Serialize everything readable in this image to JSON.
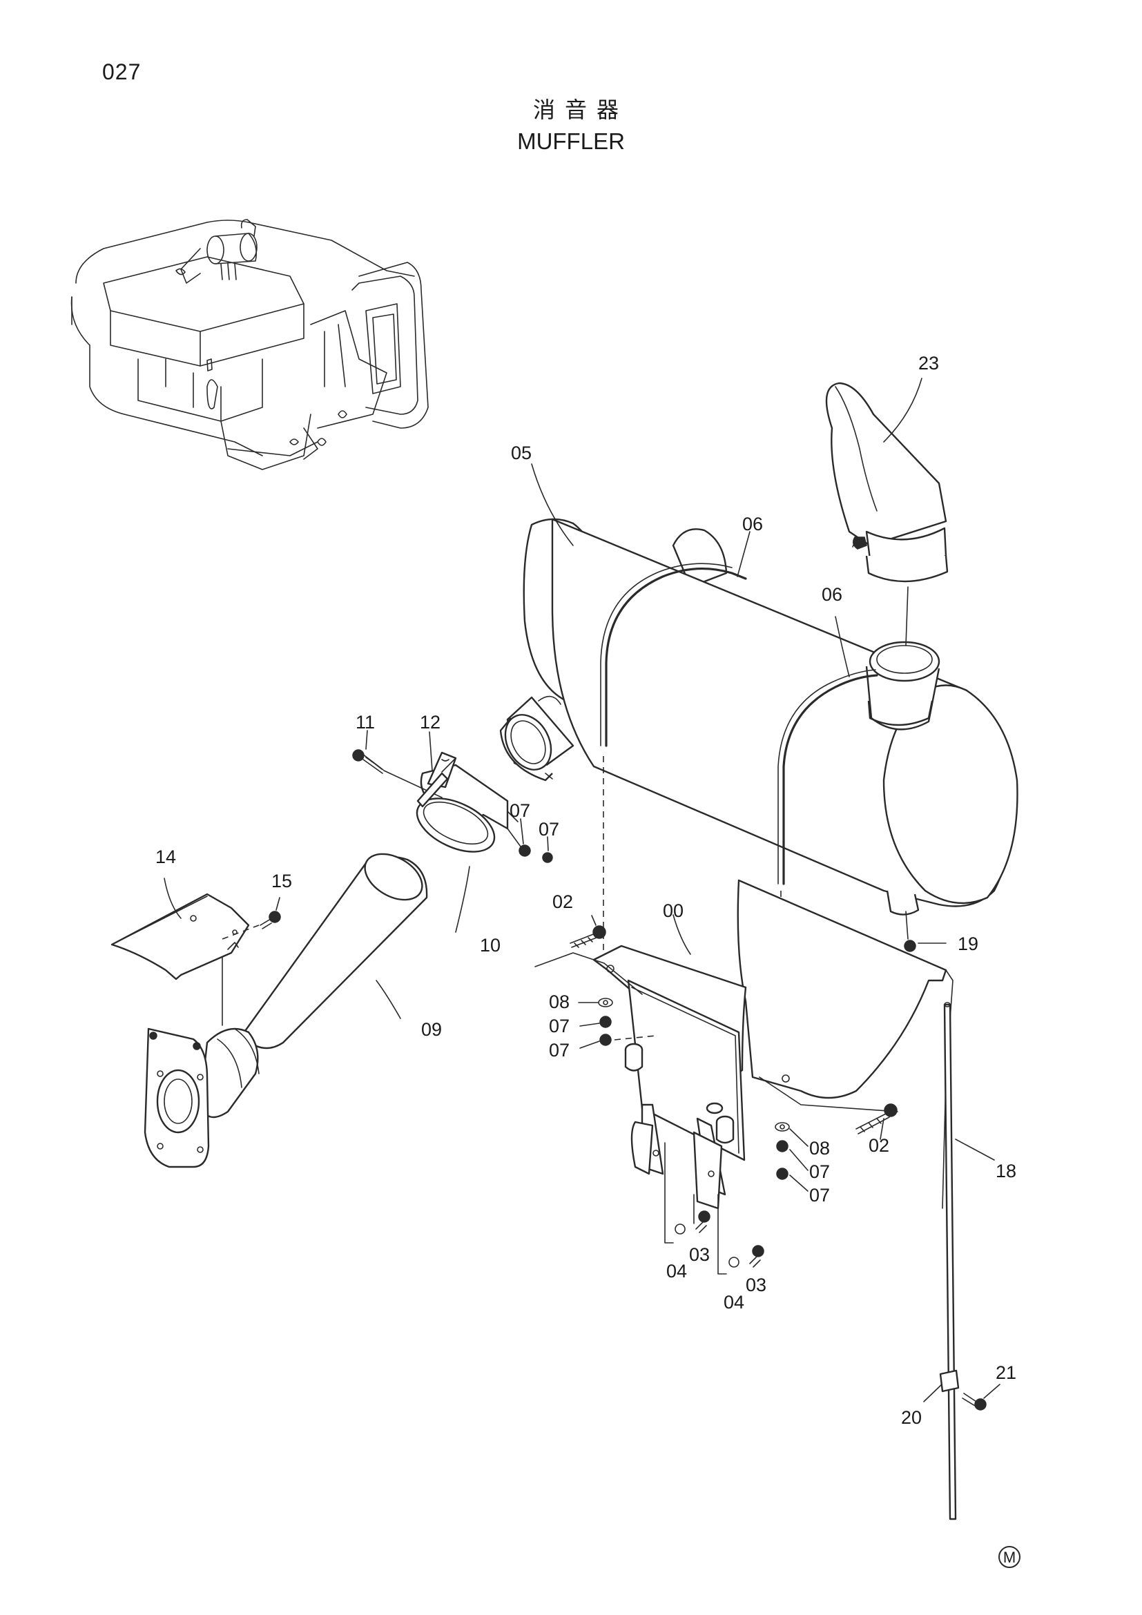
{
  "page_number": "027",
  "title_jp": "消音器",
  "title_en": "MUFFLER",
  "corner_mark": "M",
  "callouts": {
    "c00": "00",
    "c02a": "02",
    "c02b": "02",
    "c03a": "03",
    "c03b": "03",
    "c04a": "04",
    "c04b": "04",
    "c05": "05",
    "c06a": "06",
    "c06b": "06",
    "c07a": "07",
    "c07b": "07",
    "c07c": "07",
    "c07d": "07",
    "c07e": "07",
    "c07f": "07",
    "c08a": "08",
    "c08b": "08",
    "c09": "09",
    "c10": "10",
    "c11": "11",
    "c12": "12",
    "c14": "14",
    "c15": "15",
    "c18": "18",
    "c19": "19",
    "c20": "20",
    "c21": "21",
    "c23": "23"
  }
}
